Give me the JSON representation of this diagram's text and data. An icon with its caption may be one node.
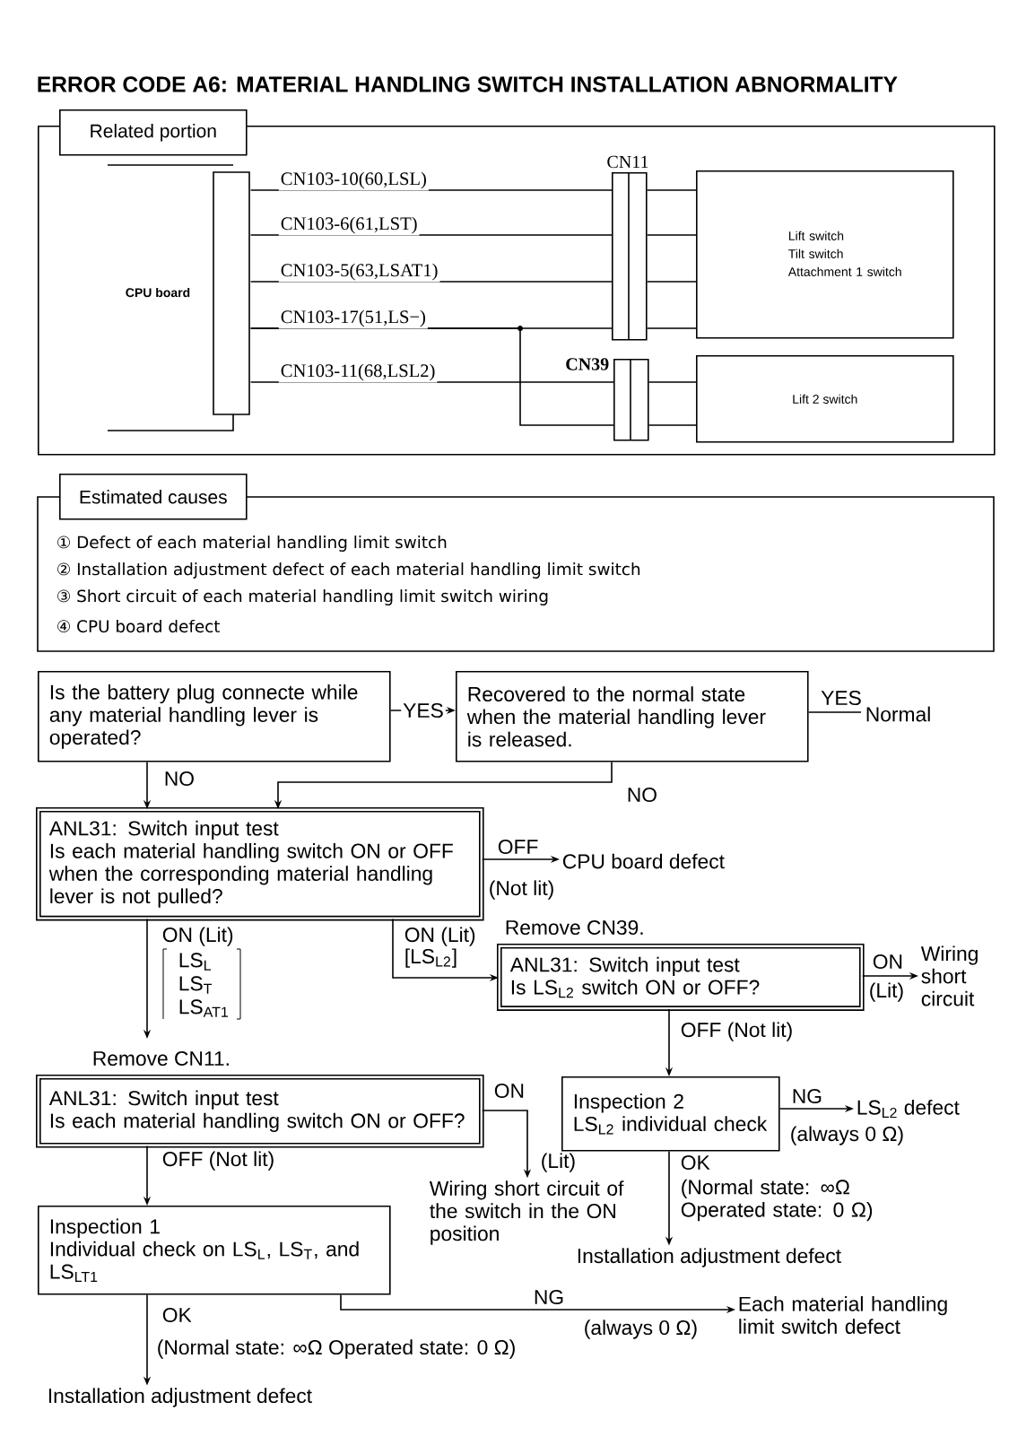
{
  "diagram": {
    "title": "ERROR CODE A6: MATERIAL HANDLING SWITCH INSTALLATION ABNORMALITY",
    "nodes": [
      {
        "text": [
          "Related portion"
        ]
      },
      {
        "text": [
          "CPU board"
        ],
        "in": 0
      },
      {
        "text": [
          "CN11"
        ],
        "in": 0
      },
      {
        "text": [
          "CN39"
        ],
        "in": 0
      },
      {
        "text": [
          "Lift switch",
          "Tilt switch",
          "Attachment 1 switch"
        ],
        "in": 0
      },
      {
        "text": [
          "Lift 2 switch"
        ],
        "in": 0
      },
      {
        "text": [
          "Estimated causes",
          "① Defect of each material handling limit switch",
          "② Installation adjustment defect of each material handling limit switch",
          "③ Short circuit of each material handling limit switch wiring",
          "④ CPU board defect"
        ]
      },
      {
        "text": [
          "Is the battery plug connecte while any material handling lever is operated?"
        ]
      },
      {
        "text": [
          "Recovered to the normal state when the material handling lever is released."
        ]
      },
      {
        "text": [
          "Normal"
        ]
      },
      {
        "text": [
          "ANL31: Switch input test",
          "Is each material handling switch ON or OFF when the corresponding material handling lever is not pulled?"
        ]
      },
      {
        "text": [
          "CPU board defect"
        ]
      },
      {
        "text": [
          "Wiring short circuit"
        ]
      },
      {
        "text": [
          "ANL31: Switch input test",
          "Is LS$_{L2}$ switch ON or OFF?"
        ],
        "beside": [
          "Remove CN39."
        ]
      },
      {
        "text": [
          "ANL31: Switch input test",
          "Is each material handling switch ON or OFF?"
        ],
        "beside": [
          "Remove CN11."
        ]
      },
      {
        "text": [
          "Inspection 2",
          "LS$_{L2}$ individual check"
        ]
      },
      {
        "text": [
          "LS$_{L2}$ defect"
        ]
      },
      {
        "text": [
          "Wiring short circuit of the switch in the ON position"
        ]
      },
      {
        "text": [
          "Inspection 1",
          "Individual check on LS$_{L}$, LS$_{T}$, and LS$_{LT1}$"
        ]
      },
      {
        "text": [
          "Installation adjustment defect"
        ]
      },
      {
        "text": [
          "Each material handling limit switch defect"
        ]
      },
      {
        "text": [
          "Installation adjustment defect"
        ]
      }
    ],
    "edges": [
      {
        "from": 1,
        "to": 2,
        "arrow": "none",
        "label": "CN103-10(60,LSL)"
      },
      {
        "from": 2,
        "to": 4,
        "arrow": "none"
      },
      {
        "from": 1,
        "to": 2,
        "arrow": "none",
        "label": "CN103-6(61,LST)"
      },
      {
        "from": 2,
        "to": 4,
        "arrow": "none"
      },
      {
        "from": 1,
        "to": 2,
        "arrow": "none",
        "label": "CN103-5(63,LSAT1)"
      },
      {
        "from": 2,
        "to": 4,
        "arrow": "none"
      },
      {
        "from": 1,
        "to": 2,
        "arrow": "none",
        "label": "CN103-17(51,LS−)"
      },
      {
        "from": 2,
        "to": 4,
        "arrow": "none"
      },
      {
        "from": 1,
        "to": 3,
        "arrow": "none",
        "label": "CN103-11(68,LSL2)"
      },
      {
        "from": 3,
        "to": 5,
        "arrow": "none"
      },
      {
        "from": 1,
        "to": 3,
        "arrow": "none"
      },
      {
        "from": 3,
        "to": 5,
        "arrow": "none"
      },
      {
        "from": 7,
        "to": 8,
        "arrow": "to",
        "label": "YES"
      },
      {
        "from": 8,
        "to": 9,
        "arrow": "none",
        "label": "YES"
      },
      {
        "from": 7,
        "to": 10,
        "arrow": "to",
        "label": "NO"
      },
      {
        "from": 8,
        "to": 10,
        "arrow": "to",
        "label": "NO"
      },
      {
        "from": 10,
        "to": 11,
        "arrow": "to",
        "label": "OFF"
      },
      {
        "from": 10,
        "to": 14,
        "arrow": "to",
        "label": "ON (Lit)"
      },
      {
        "from": 10,
        "to": 13,
        "arrow": "to",
        "label": "ON (Lit)"
      },
      {
        "from": 13,
        "to": 12,
        "arrow": "to",
        "label": "ON"
      },
      {
        "from": 13,
        "to": 15,
        "arrow": "to",
        "label": "OFF (Not lit)"
      },
      {
        "from": 15,
        "to": 16,
        "arrow": "to",
        "label": "NG"
      },
      {
        "from": 15,
        "to": 19,
        "arrow": "to",
        "label": "OK"
      },
      {
        "from": 14,
        "to": 17,
        "arrow": "to",
        "label": "ON"
      },
      {
        "from": 14,
        "to": 18,
        "arrow": "to",
        "label": "OFF (Not lit)"
      },
      {
        "from": 18,
        "to": 21,
        "arrow": "to",
        "label": "OK"
      },
      {
        "from": 18,
        "to": 20,
        "arrow": "to",
        "label": "NG"
      }
    ],
    "labels": [
      "(Not lit)",
      "LS$_{L}$",
      "LS$_{T}$",
      "LS$_{AT1}$",
      "[LS$_{L2}$]",
      "(Lit)",
      "(always 0 Ω)",
      "(Lit)",
      "(Normal state: ∞Ω Operated state: 0 Ω)",
      "(always 0 Ω)",
      "(Normal state: ∞Ω  Operated state: 0 Ω)"
    ]
  }
}
